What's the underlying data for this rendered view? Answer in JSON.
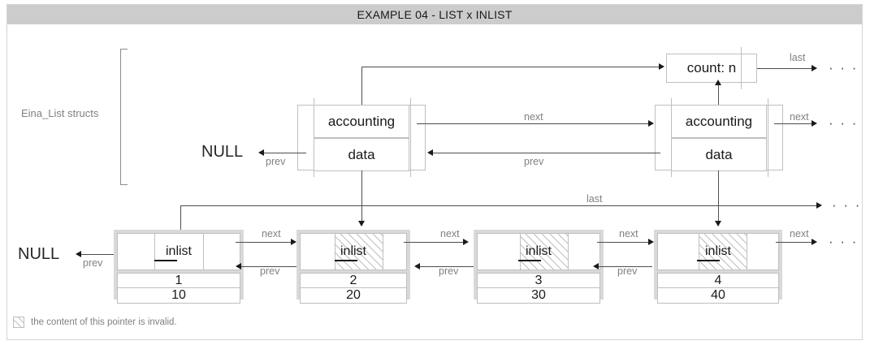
{
  "title": "EXAMPLE 04 - LIST x INLIST",
  "bracket_label": "Eina_List structs",
  "null_labels": {
    "top": "NULL",
    "bottom": "NULL"
  },
  "count_box": {
    "label": "count: n",
    "out_label": "last",
    "out_target": "· · ·"
  },
  "list_structs": [
    {
      "accounting": "accounting",
      "data": "data",
      "next_label": "next",
      "prev_label": "prev"
    },
    {
      "accounting": "accounting",
      "data": "data",
      "next_label": "next",
      "prev_label": "prev",
      "next_target": "· · ·"
    }
  ],
  "last_pointer": {
    "label": "last",
    "target": "· · ·"
  },
  "inlist_nodes": [
    {
      "name": "inlist",
      "value1": "1",
      "value2": "10",
      "invalid": false,
      "next_label": "next",
      "prev_label": "prev"
    },
    {
      "name": "inlist",
      "value1": "2",
      "value2": "20",
      "invalid": true,
      "next_label": "next",
      "prev_label": "prev"
    },
    {
      "name": "inlist",
      "value1": "3",
      "value2": "30",
      "invalid": true,
      "next_label": "next",
      "prev_label": "prev"
    },
    {
      "name": "inlist",
      "value1": "4",
      "value2": "40",
      "invalid": true,
      "next_label": "next",
      "prev_label": "prev",
      "next_target": "· · ·"
    }
  ],
  "legend": {
    "text": "the content of this pointer is invalid."
  },
  "colors": {
    "title_bar": "#cccccc",
    "frame_border": "#d4d4d4",
    "node_frame": "#d9d9d9",
    "cell_border": "#bfbfbf",
    "label_gray": "#808080",
    "line": "#4d4d4d",
    "text": "#1a1a1a"
  }
}
